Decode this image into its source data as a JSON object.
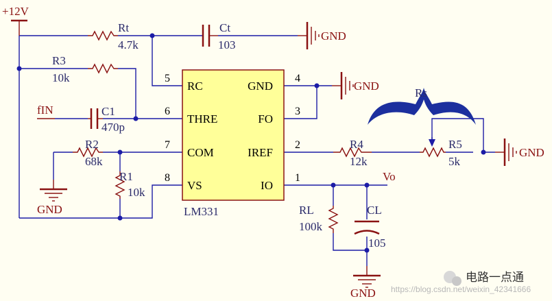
{
  "power": {
    "vcc": "+12V",
    "gnd": "GND"
  },
  "ic": {
    "name": "LM331",
    "pins_left": [
      {
        "num": "5",
        "label": "RC"
      },
      {
        "num": "6",
        "label": "THRE"
      },
      {
        "num": "7",
        "label": "COM"
      },
      {
        "num": "8",
        "label": "VS"
      }
    ],
    "pins_right": [
      {
        "num": "4",
        "label": "GND"
      },
      {
        "num": "3",
        "label": "FO"
      },
      {
        "num": "2",
        "label": "IREF"
      },
      {
        "num": "1",
        "label": "IO"
      }
    ]
  },
  "components": {
    "rt": {
      "ref": "Rt",
      "value": "4.7k"
    },
    "ct": {
      "ref": "Ct",
      "value": "103"
    },
    "r3": {
      "ref": "R3",
      "value": "10k"
    },
    "c1": {
      "ref": "C1",
      "value": "470p"
    },
    "r2": {
      "ref": "R2",
      "value": "68k"
    },
    "r1": {
      "ref": "R1",
      "value": "10k"
    },
    "r4": {
      "ref": "R4",
      "value": "12k"
    },
    "r5": {
      "ref": "R5",
      "value": "5k"
    },
    "rl": {
      "ref": "RL",
      "value": "100k"
    },
    "cl": {
      "ref": "CL",
      "value": "105"
    },
    "rs": {
      "ref": "Rs"
    }
  },
  "nets": {
    "input": "fIN",
    "output": "Vo"
  },
  "watermark": {
    "text": "https://blog.csdn.net/weixin_42341666",
    "brand": "电路一点通"
  },
  "colors": {
    "background": "#fffef2",
    "wire": "#1c1ca6",
    "component": "#8a1212",
    "chip_fill": "#ffff99",
    "brace": "#1c2f9e"
  }
}
